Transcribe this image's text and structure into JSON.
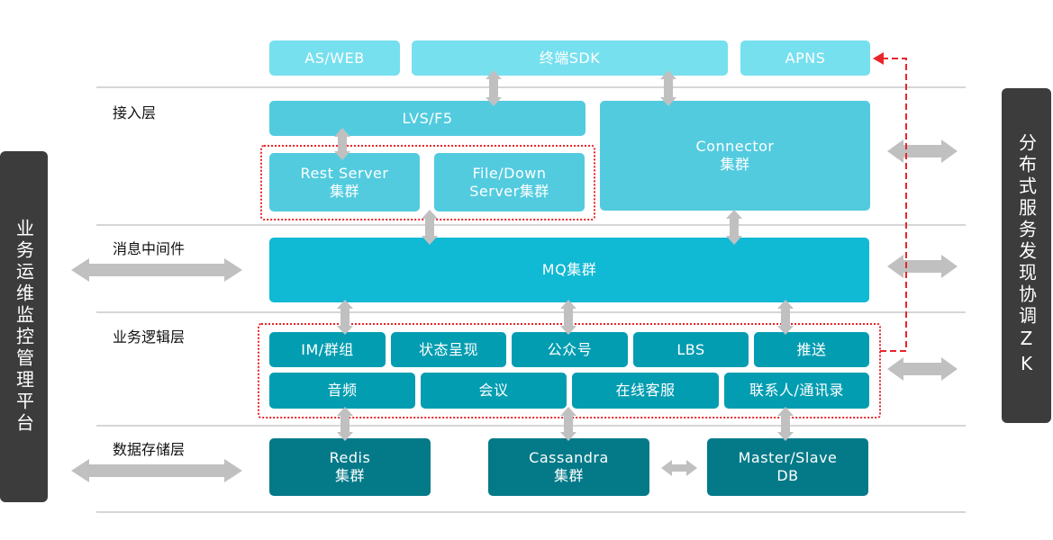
{
  "colors": {
    "top_tier": "#76e0ef",
    "access_tier": "#52cbdf",
    "mq_tier": "#10b9d4",
    "logic_tier": "#039db1",
    "storage_tier": "#047a89",
    "side_panel": "#3c3c3c",
    "arrow_gray": "#c0c0c0",
    "dashed_red": "#e8262a"
  },
  "left_panel": {
    "label": "业务运维监控管理平台"
  },
  "right_panel": {
    "label": "分布式服务发现协调ZK"
  },
  "layers": {
    "access": "接入层",
    "middleware": "消息中间件",
    "logic": "业务逻辑层",
    "storage": "数据存储层"
  },
  "clients": {
    "as_web": "AS/WEB",
    "sdk": "终端SDK",
    "apns": "APNS"
  },
  "access": {
    "lvs": "LVS/F5",
    "rest_line1": "Rest Server",
    "rest_line2": "集群",
    "file_line1": "File/Down",
    "file_line2": "Server集群",
    "connector_line1": "Connector",
    "connector_line2": "集群"
  },
  "middleware": {
    "mq": "MQ集群"
  },
  "logic": {
    "row1": [
      "IM/群组",
      "状态呈现",
      "公众号",
      "LBS",
      "推送"
    ],
    "row2": [
      "音频",
      "会议",
      "在线客服",
      "联系人/通讯录"
    ]
  },
  "storage": {
    "redis_line1": "Redis",
    "redis_line2": "集群",
    "cassandra_line1": "Cassandra",
    "cassandra_line2": "集群",
    "db_line1": "Master/Slave",
    "db_line2": "DB"
  }
}
